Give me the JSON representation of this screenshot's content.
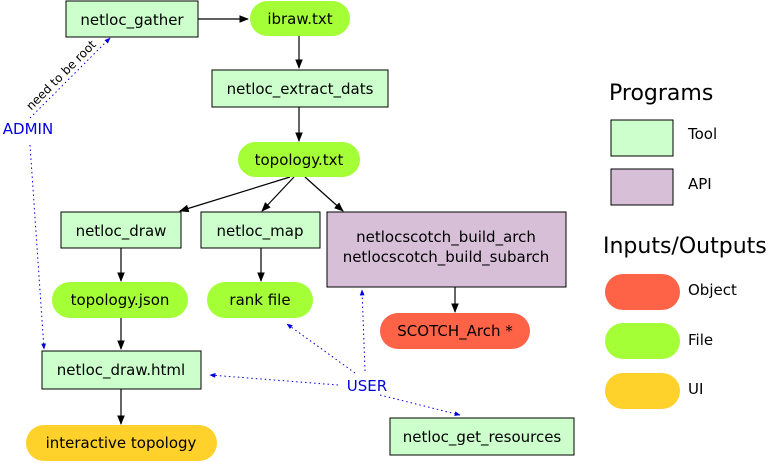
{
  "colors": {
    "tool": "#ccffcc",
    "api": "#d8bfd8",
    "object": "#ff6347",
    "file": "#a4ff36",
    "ui": "#ffd12a",
    "actor": "#0000dd",
    "edge": "#000000"
  },
  "nodes": {
    "netloc_gather": "netloc_gather",
    "ibraw": "ibraw.txt",
    "extract_dats": "netloc_extract_dats",
    "topology_txt": "topology.txt",
    "draw": "netloc_draw",
    "map": "netloc_map",
    "scotch_build_arch": "netlocscotch_build_arch",
    "scotch_build_subarch": "netlocscotch_build_subarch",
    "topology_json": "topology.json",
    "rank_file": "rank file",
    "scotch_arch": "SCOTCH_Arch *",
    "draw_html": "netloc_draw.html",
    "interactive_topology": "interactive topology",
    "get_resources": "netloc_get_resources"
  },
  "actors": {
    "admin": "ADMIN",
    "user": "USER"
  },
  "notes": {
    "need_root": "need to be root"
  },
  "legend": {
    "programs_title": "Programs",
    "tool": "Tool",
    "api": "API",
    "io_title": "Inputs/Outputs",
    "object": "Object",
    "file": "File",
    "ui": "UI"
  }
}
